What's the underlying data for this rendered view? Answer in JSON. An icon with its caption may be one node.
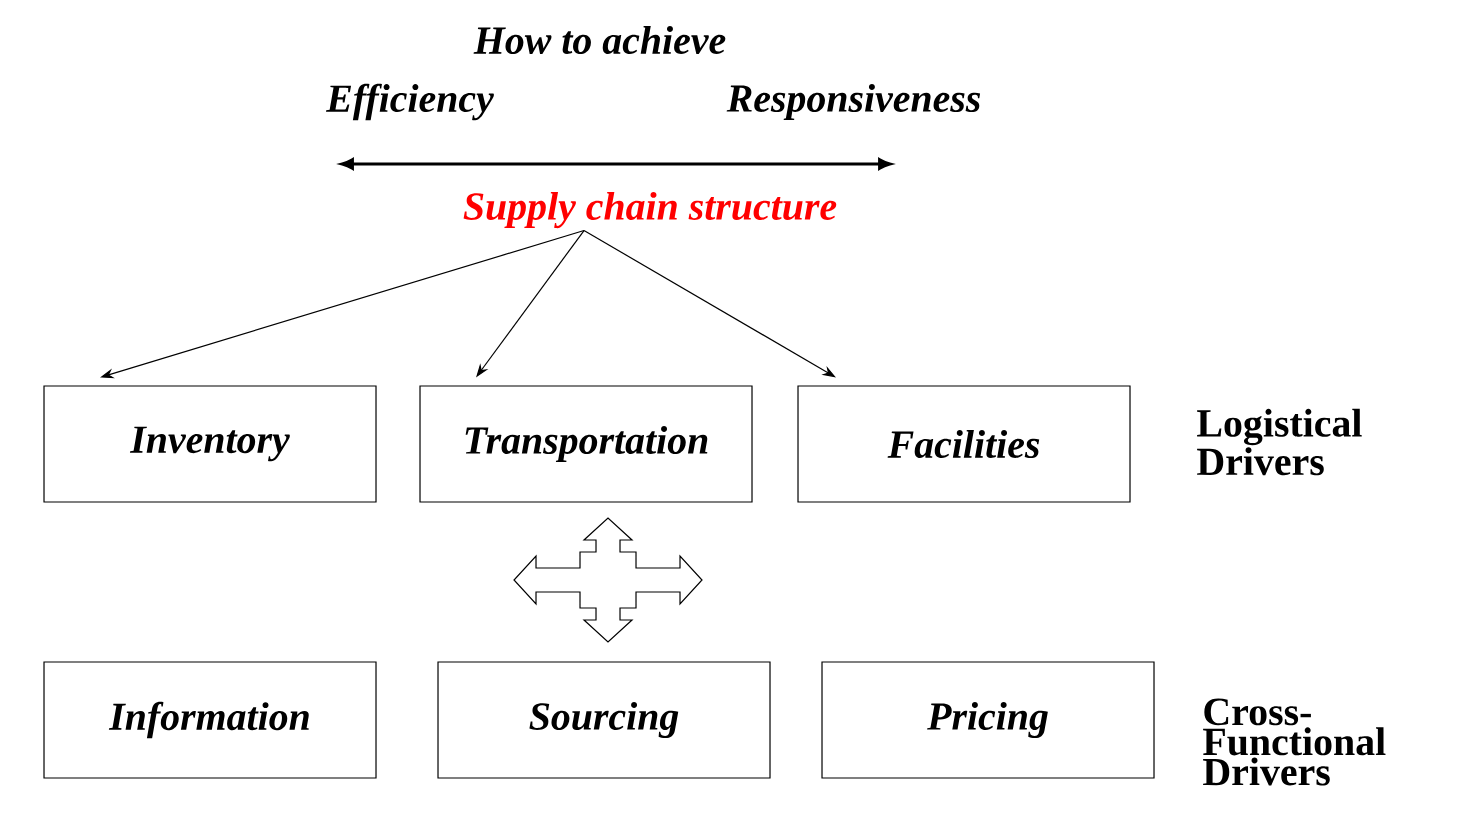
{
  "diagram": {
    "nodes": [
      {
        "text": [
          "Supply chain structure"
        ]
      },
      {
        "text": [
          "Inventory"
        ]
      },
      {
        "text": [
          "Transportation"
        ]
      },
      {
        "text": [
          "Facilities"
        ]
      },
      {
        "text": [
          "Information"
        ]
      },
      {
        "text": [
          "Sourcing"
        ]
      },
      {
        "text": [
          "Pricing"
        ]
      }
    ],
    "edges": [
      {
        "from": 0,
        "to": 1,
        "arrow": "to"
      },
      {
        "from": 0,
        "to": 2,
        "arrow": "to"
      },
      {
        "from": 0,
        "to": 3,
        "arrow": "to"
      }
    ],
    "labels": [
      "How to achieve",
      "Efficiency",
      "Responsiveness",
      "Logistical Drivers",
      "Cross-Functional Drivers"
    ]
  }
}
